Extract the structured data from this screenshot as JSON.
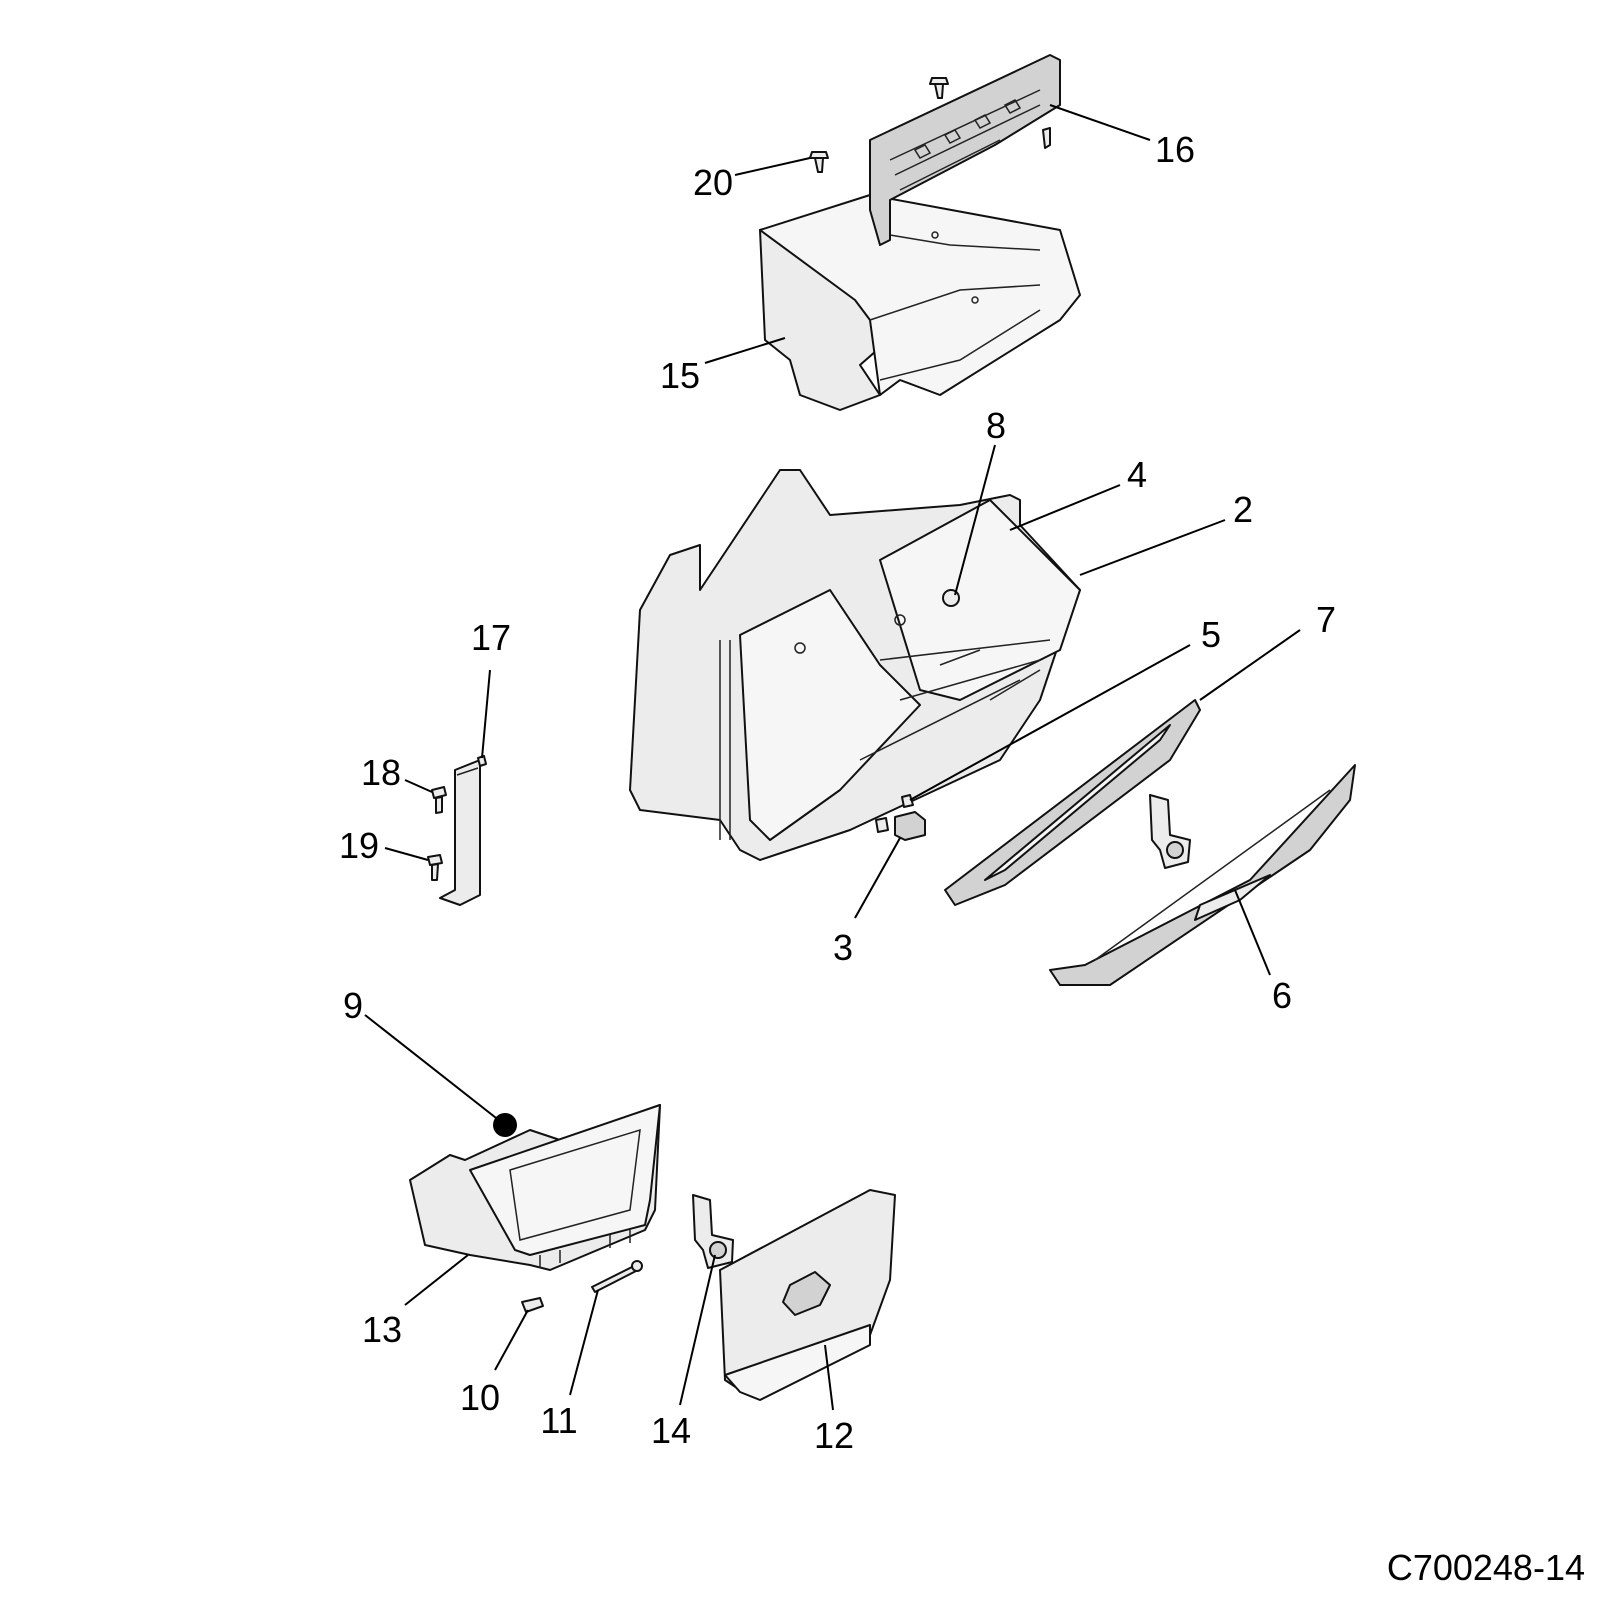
{
  "callouts": {
    "c2": "2",
    "c3": "3",
    "c4": "4",
    "c5": "5",
    "c6": "6",
    "c7": "7",
    "c8": "8",
    "c9": "9",
    "c10": "10",
    "c11": "11",
    "c12": "12",
    "c13": "13",
    "c14": "14",
    "c15": "15",
    "c16": "16",
    "c17": "17",
    "c18": "18",
    "c19": "19",
    "c20": "20"
  },
  "drawing_id": "C700248-14"
}
